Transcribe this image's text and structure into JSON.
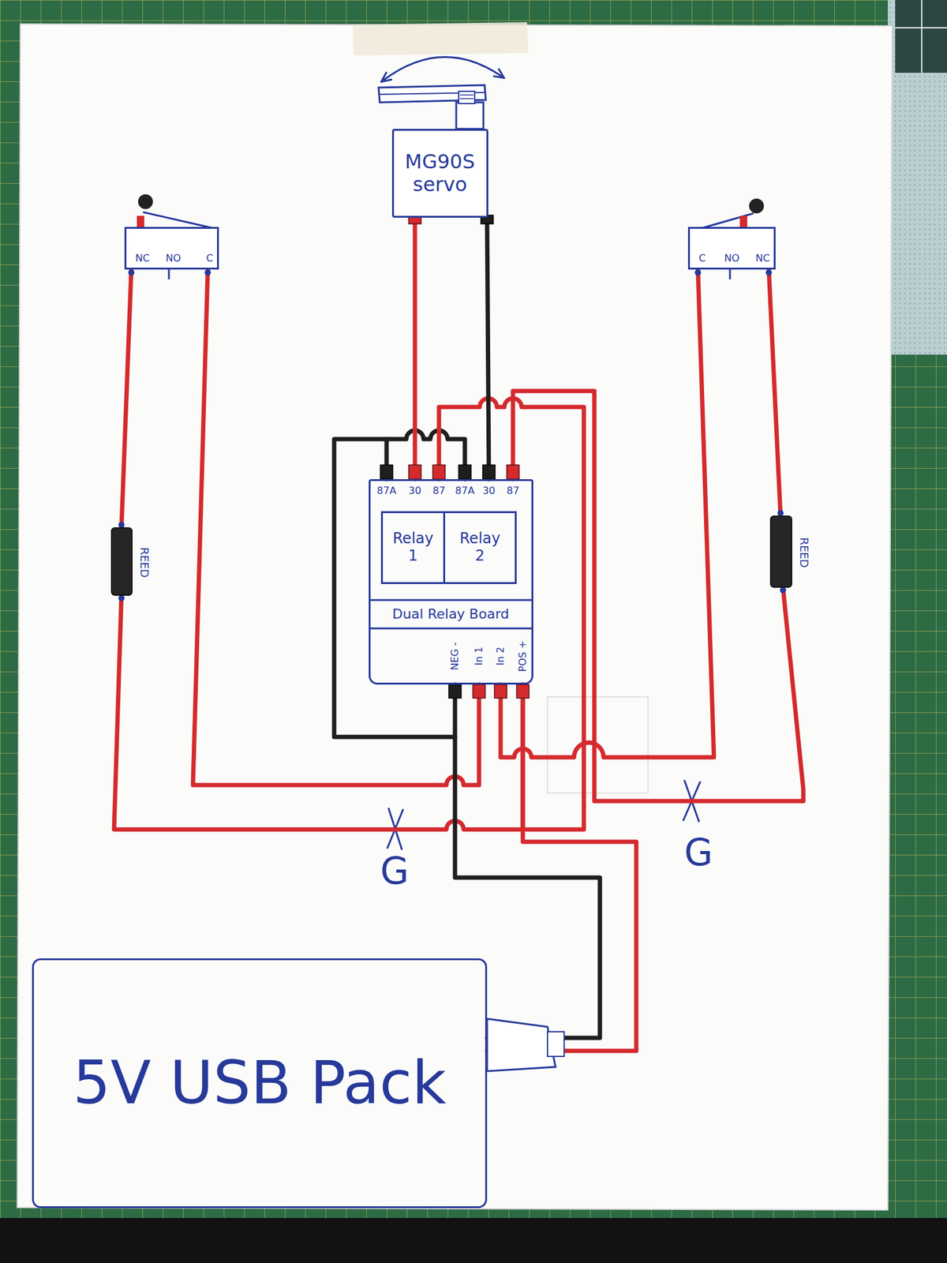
{
  "diagram": {
    "nodes": [
      {
        "text": [
          "MG90S servo"
        ]
      },
      {
        "text": [
          "NC",
          "NO",
          "C"
        ]
      },
      {
        "text": [
          "C",
          "NO",
          "NC"
        ]
      },
      {
        "text": [
          "REED"
        ]
      },
      {
        "text": [
          "REED"
        ]
      },
      {
        "text": [
          "87A",
          "30",
          "87",
          "87A",
          "30",
          "87",
          "Dual Relay Board",
          "NEG -",
          "In 1",
          "In 2",
          "POS +"
        ]
      },
      {
        "text": [
          "Relay 1"
        ],
        "in": 5
      },
      {
        "text": [
          "Relay 2"
        ],
        "in": 5
      },
      {
        "text": [
          "5V USB Pack"
        ]
      }
    ],
    "edges": [
      {
        "from": 0,
        "to": 5,
        "arrow": "none"
      },
      {
        "from": 0,
        "to": 5,
        "arrow": "none"
      },
      {
        "from": 1,
        "to": 3,
        "arrow": "none"
      },
      {
        "from": 1,
        "to": 5,
        "arrow": "none"
      },
      {
        "from": 3,
        "to": 5,
        "arrow": "none"
      },
      {
        "from": 2,
        "to": 4,
        "arrow": "none"
      },
      {
        "from": 2,
        "to": 5,
        "arrow": "none"
      },
      {
        "from": 4,
        "to": 5,
        "arrow": "none"
      },
      {
        "from": 8,
        "to": 5,
        "arrow": "none"
      },
      {
        "from": 8,
        "to": 5,
        "arrow": "none"
      }
    ],
    "labels": [
      "G",
      "G"
    ]
  }
}
